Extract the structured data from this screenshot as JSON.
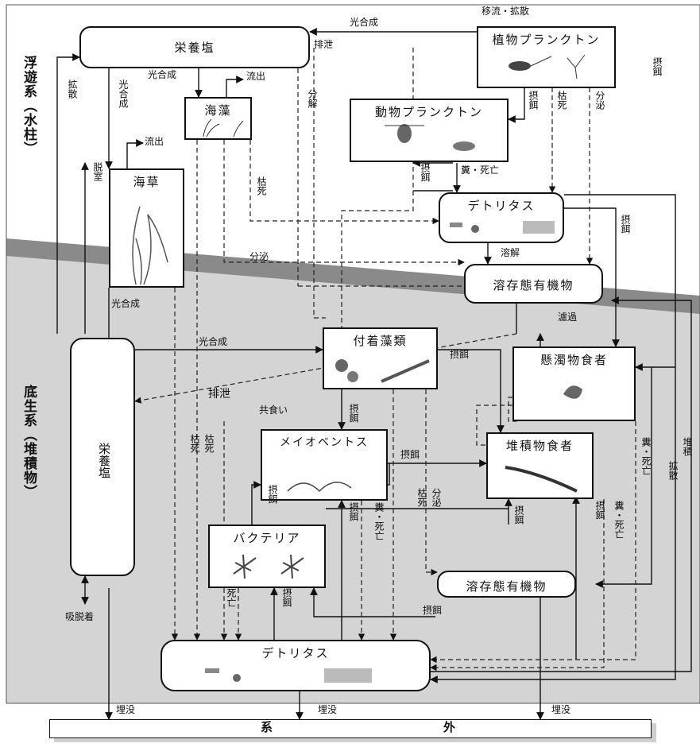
{
  "sides": {
    "pelagic": "浮遊系（水柱）",
    "benthic": "底生系（堆積物）"
  },
  "boxes": {
    "nutrients_top": "栄養塩",
    "phytoplankton": "植物プランクトン",
    "zooplankton": "動物プランクトン",
    "seaweed": "海藻",
    "seagrass": "海草",
    "detritus_top": "デトリタス",
    "dom_top": "溶存態有機物",
    "periphyton": "付着藻類",
    "suspension_feeder": "懸濁物食者",
    "nutrients_bottom": "栄養塩",
    "meiobenthos": "メイオベントス",
    "deposit_feeder": "堆積物食者",
    "bacteria": "バクテリア",
    "dom_bottom": "溶存態有機物",
    "detritus_bottom": "デトリタス",
    "outside_left": "系",
    "outside_right": "外"
  },
  "labels": {
    "photosynthesis_top": "光合成",
    "advection_diffusion": "移流・拡散",
    "excretion_top": "排泄",
    "photosynthesis_seaweed": "光合成",
    "outflow_seaweed": "流出",
    "outflow_seagrass": "流出",
    "diffusion_left": "拡散",
    "photosynthesis_left": "光合成",
    "desorption": "脱室",
    "decomposition": "分解",
    "grazing_zoo": "摂餌",
    "withering_phyto": "枯死",
    "secretion_phyto": "分泌",
    "grazing_right_top": "摂餌",
    "grazing_zoo_detritus": "摂餌",
    "feces_death_zoo": "糞・死亡",
    "withering_seaweed": "枯死",
    "grazing_detritus": "摂餌",
    "secretion_mid": "分泌",
    "dissolution": "溶解",
    "photosynthesis_seagrass": "光合成",
    "photosynthesis_periphyton": "光合成",
    "filtration": "濾過",
    "grazing_periphyton": "摂餌",
    "excretion_bottom": "排泄",
    "cannibalism": "共食い",
    "grazing_meio_periphyton": "摂餌",
    "withering_a": "枯死",
    "withering_b": "枯死",
    "grazing_meio_deposit": "摂餌",
    "withering_c": "枯死",
    "secretion_c": "分泌",
    "feces_death_right": "糞・死亡",
    "diffusion_right": "拡散",
    "deposition": "堆積",
    "grazing_bacteria_meio": "摂餌",
    "grazing_meio_detritus": "摂餌",
    "feces_death_meio": "糞・死亡",
    "grazing_deposit_detritus": "摂餌",
    "grazing_right_b": "摂餌",
    "feces_death_deposit": "糞・死亡",
    "death_bacteria": "死亡",
    "grazing_bacteria": "摂餌",
    "grazing_dom_bottom": "摂餌",
    "adsorption_desorption": "吸脱着",
    "burial_a": "埋没",
    "burial_b": "埋没",
    "burial_c": "埋没"
  },
  "colors": {
    "water": "#ffffff",
    "sediment": "#d4d4d4",
    "interface": "#8a8a8a",
    "outside_bar": "#cfcfcf"
  }
}
